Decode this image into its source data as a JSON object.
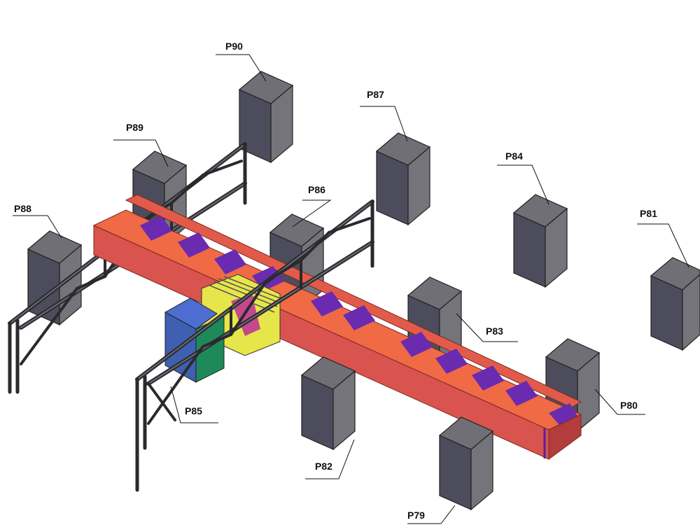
{
  "labels": {
    "p79": "P79",
    "p80": "P80",
    "p81": "P81",
    "p82": "P82",
    "p83": "P83",
    "p84": "P84",
    "p85": "P85",
    "p86": "P86",
    "p87": "P87",
    "p88": "P88",
    "p89": "P89",
    "p90": "P90"
  },
  "colors": {
    "background": "#ffffff",
    "pier_top": "#6f6f75",
    "pier_left": "#4d4c5c",
    "pier_right": "#74747a",
    "girder_red": "#d9534f",
    "girder_orange": "#ef6a45",
    "stiffener_purple": "#6a2bb0",
    "block_blue": "#3f5fb0",
    "block_green": "#1e8a5a",
    "block_yellow": "#e6e64a",
    "frame_steel": "#2a2a2e"
  },
  "icons": {
    "pier": "grey-concrete-pier-block",
    "frame": "gantry-truss-frame"
  }
}
